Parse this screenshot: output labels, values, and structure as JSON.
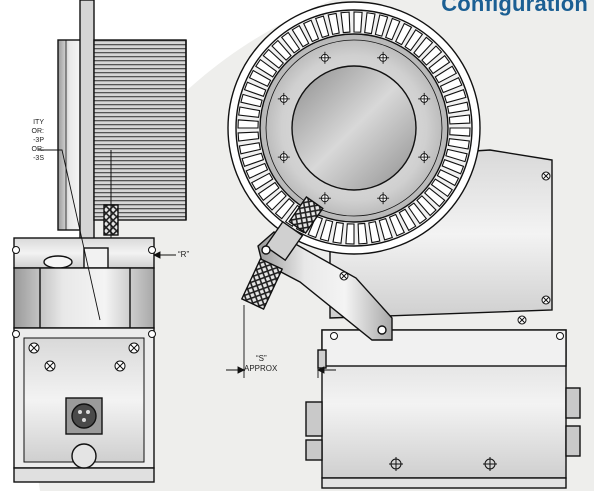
{
  "header": {
    "title": "Configuration"
  },
  "callout": {
    "lines": [
      "ITY",
      "OR:",
      "-3P",
      "OR:",
      "-3S"
    ]
  },
  "dimensions": {
    "r_label": "“R”",
    "s_label": "“S”",
    "s_note": "APPROX"
  },
  "colors": {
    "title": "#1b5f93",
    "background_arc": "#eeeeec",
    "metal_light": "#eeeeee",
    "metal_mid": "#bdbdbd",
    "outline": "#111111"
  },
  "icons": {
    "fastener": "crosshair-circle-icon",
    "connector": "round-connector-icon"
  }
}
